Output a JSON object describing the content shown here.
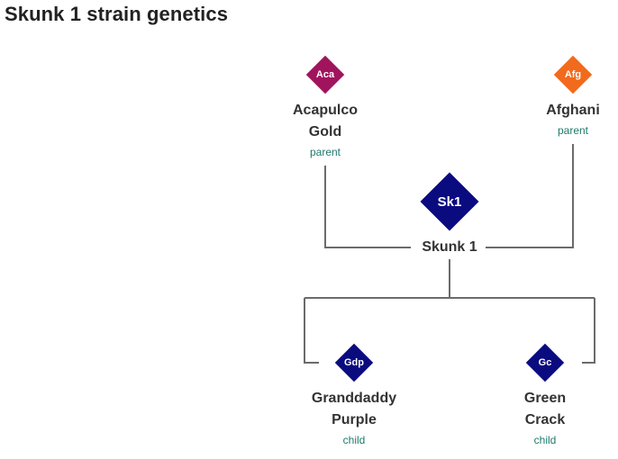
{
  "title": "Skunk 1 strain genetics",
  "colors": {
    "acapulco": "#a0145d",
    "afghani": "#f26a1b",
    "skunk": "#0b0b80",
    "child": "#0b0b80",
    "role_text": "#1f7a6b",
    "lines": "#6b6b6b"
  },
  "parents": [
    {
      "abbr": "Aca",
      "name_lines": [
        "Acapulco",
        "Gold"
      ],
      "role": "parent"
    },
    {
      "abbr": "Afg",
      "name_lines": [
        "Afghani"
      ],
      "role": "parent"
    }
  ],
  "focus": {
    "abbr": "Sk1",
    "name": "Skunk 1"
  },
  "children": [
    {
      "abbr": "Gdp",
      "name_lines": [
        "Granddaddy",
        "Purple"
      ],
      "role": "child"
    },
    {
      "abbr": "Gc",
      "name_lines": [
        "Green",
        "Crack"
      ],
      "role": "child"
    }
  ]
}
